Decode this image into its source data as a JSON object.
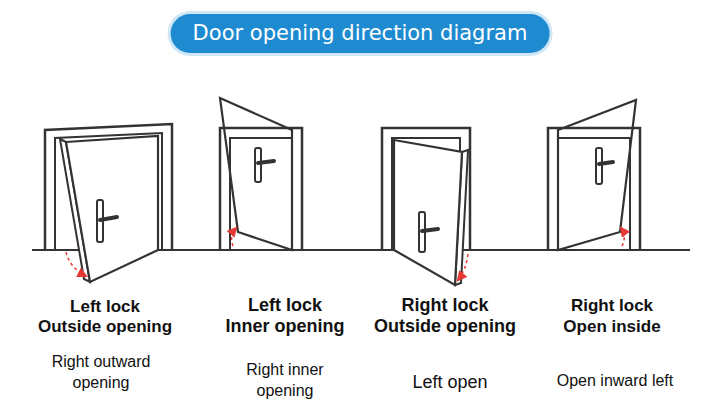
{
  "diagram": {
    "title": "Door opening direction diagram",
    "labels": [
      "Left lock Outside opening",
      "Left lock Inner opening",
      "Right lock Outside opening",
      "Right lock Open inside",
      "Right outward opening",
      "Right inner opening",
      "Left open",
      "Open inward left"
    ]
  }
}
